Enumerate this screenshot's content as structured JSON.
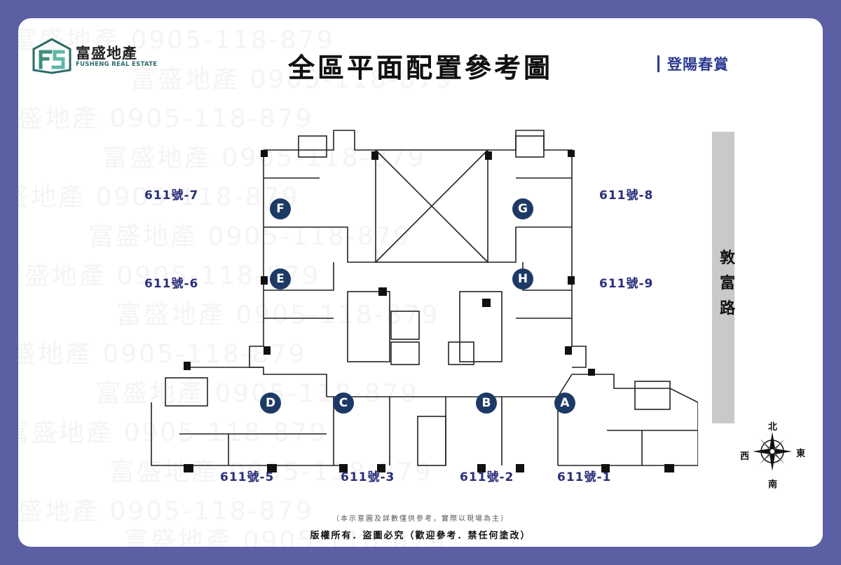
{
  "brand": {
    "name": "富盛地產",
    "english_name": "FUSHENG REAL ESTATE"
  },
  "title": "全區平面配置參考圖",
  "project_name": "登陽春賞",
  "watermark_text": "富盛地產 0905-118-879",
  "road_name": "敦富路",
  "units": [
    {
      "letter": "F",
      "number": "611號-7"
    },
    {
      "letter": "G",
      "number": "611號-8"
    },
    {
      "letter": "E",
      "number": "611號-6"
    },
    {
      "letter": "H",
      "number": "611號-9"
    },
    {
      "letter": "D",
      "number": "611號-5"
    },
    {
      "letter": "C",
      "number": "611號-3"
    },
    {
      "letter": "B",
      "number": "611號-2"
    },
    {
      "letter": "A",
      "number": "611號-1"
    }
  ],
  "compass": {
    "north": "北",
    "south": "南",
    "east": "東",
    "west": "西"
  },
  "footer": {
    "note": "（本示意圖及詳數僅供參考，實際以現場為主）",
    "rights": "版權所有．盜圖必究（歡迎參考．禁任何塗改）"
  },
  "colors": {
    "frame": "#5b5fa3",
    "accent": "#2a3990",
    "badge": "#1d3a66",
    "road": "#c9c9c9"
  }
}
